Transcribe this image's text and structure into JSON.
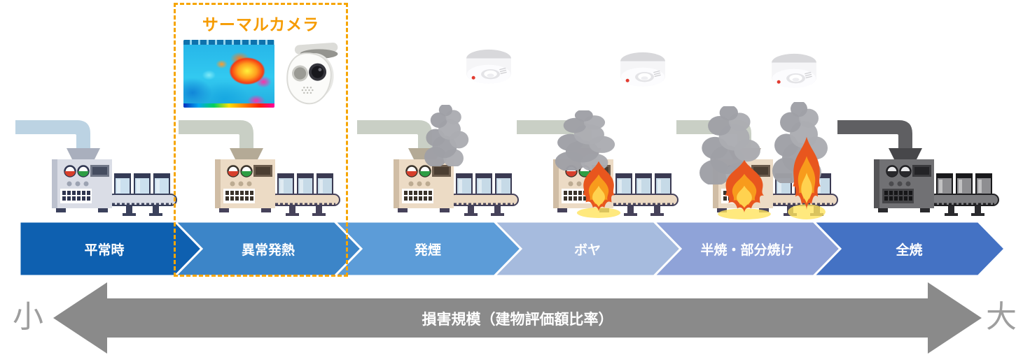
{
  "annotation": {
    "label": "サーマルカメラ",
    "box_color": "#F6A500",
    "text_color": "#F59B00",
    "icons": [
      "thermal-image",
      "thermal-camera-icon"
    ]
  },
  "stages": [
    {
      "key": "normal",
      "label": "平常時",
      "chevron_color": "#0E60B0",
      "machine": "normal",
      "smoke": 0,
      "flames": 0,
      "detector": false,
      "highlighted": false
    },
    {
      "key": "overheat",
      "label": "異常発熱",
      "chevron_color": "#3C85C8",
      "machine": "heated",
      "smoke": 0,
      "flames": 0,
      "detector": false,
      "highlighted": true
    },
    {
      "key": "smoke",
      "label": "発煙",
      "chevron_color": "#5C9CD8",
      "machine": "heated",
      "smoke": 1,
      "flames": 0,
      "detector": true,
      "highlighted": false
    },
    {
      "key": "small-fire",
      "label": "ボヤ",
      "chevron_color": "#A6BBDE",
      "machine": "heated",
      "smoke": 1,
      "flames": 1,
      "detector": true,
      "highlighted": false
    },
    {
      "key": "partial-burn",
      "label": "半焼・部分焼け",
      "chevron_color": "#8FA3D8",
      "machine": "heated",
      "smoke": 2,
      "flames": 2,
      "detector": true,
      "highlighted": false
    },
    {
      "key": "total-burn",
      "label": "全焼",
      "chevron_color": "#4472C4",
      "machine": "burnt",
      "smoke": 0,
      "flames": 0,
      "detector": false,
      "highlighted": false
    }
  ],
  "axis": {
    "label": "損害規模（建物評価額比率）",
    "left_label": "小",
    "right_label": "大",
    "arrow_color": "#8A8A8A",
    "end_label_color": "#9E9E9E",
    "label_color": "#FFFFFF"
  },
  "colors": {
    "chevron_separator": "#FFFFFF",
    "smoke": "#9FA0A6",
    "flame_outer": "#E8561E",
    "flame_mid": "#F89B1C",
    "flame_inner": "#FFD24F",
    "flame_glow": "#FFE45E",
    "detector_body": "#F5F5F7",
    "detector_led": "#E23B30"
  },
  "machine_palettes": {
    "normal": {
      "pipe": "#BCD3E3",
      "funnel": "#A9AFBD",
      "body": "#DADDE6",
      "bodySide": "#BCC1CE",
      "navy": "#2F3550",
      "screenOuter": "#717888",
      "screenInner": "#454D60",
      "dot": "#9CA3B2",
      "keypadBg": "#FFFFFF",
      "key": "#2F3550",
      "convey": "#DADDE6",
      "belt": "#3B415C",
      "jar": "#CBE0EF",
      "jarLid": "#343B56",
      "legs": "#3B415C",
      "gaugeFace": "#FFFFFF",
      "gaugeL": "#D7402C",
      "gaugeR": "#2E9E44"
    },
    "heated": {
      "pipe": "#C9CFC5",
      "funnel": "#B4AA96",
      "body": "#ECDBC5",
      "bodySide": "#D0BDA5",
      "navy": "#3A332B",
      "screenOuter": "#6C5C4D",
      "screenInner": "#4B3E32",
      "dot": "#BCAB92",
      "keypadBg": "#FFFFFF",
      "key": "#3A332B",
      "convey": "#EBD9C3",
      "belt": "#46425A",
      "jar": "#C6DAE7",
      "jarLid": "#3A3A52",
      "legs": "#46425A",
      "gaugeFace": "#FFFFFF",
      "gaugeL": "#D7402C",
      "gaugeR": "#2E9E44"
    },
    "burnt": {
      "pipe": "#5F5F62",
      "funnel": "#47474A",
      "body": "#717174",
      "bodySide": "#545457",
      "navy": "#1F1F22",
      "screenOuter": "#3B3B3E",
      "screenInner": "#242427",
      "dot": "#4B4B4E",
      "keypadBg": "#454548",
      "key": "#161618",
      "convey": "#7C7C7F",
      "belt": "#1F1F22",
      "jar": "#8E8E91",
      "jarLid": "#19191B",
      "legs": "#2A2A2D",
      "gaugeFace": "#E9E9EB",
      "gaugeL": "#2A2A2D",
      "gaugeR": "#2A2A2D"
    }
  }
}
